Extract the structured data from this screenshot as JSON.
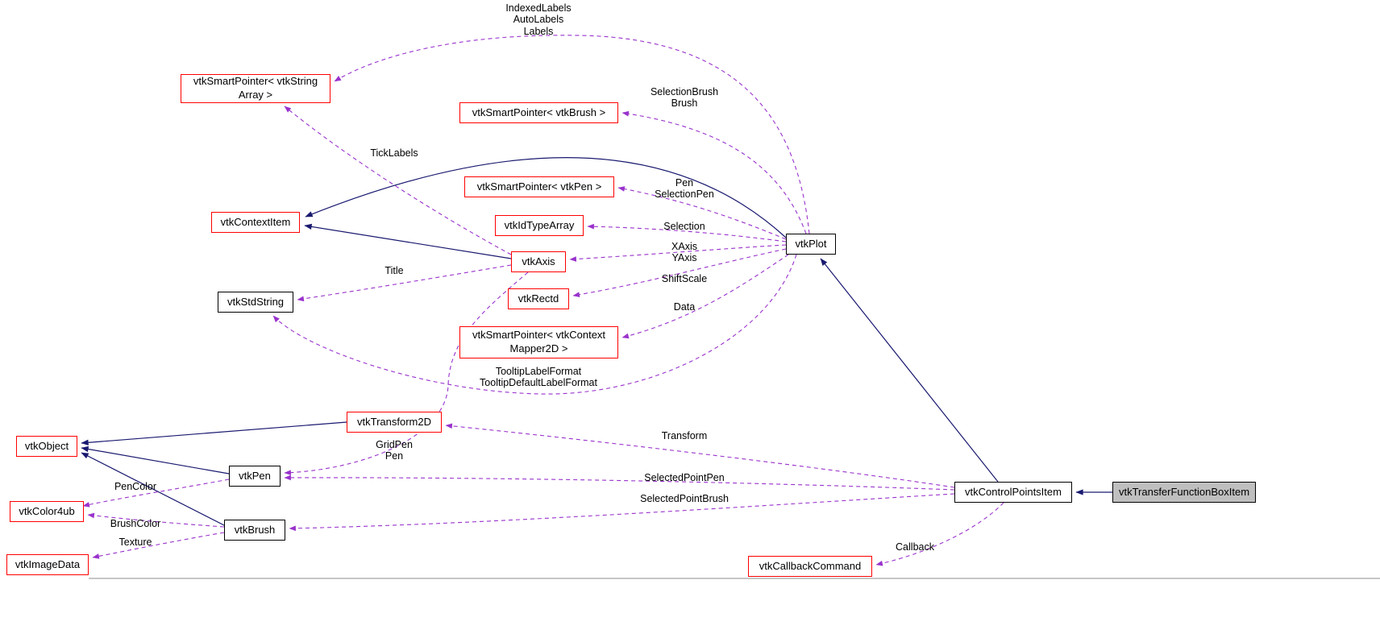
{
  "diagram": {
    "name": "vtkTransferFunctionBoxItem collaboration diagram",
    "colors": {
      "inheritance_edge": "#191970",
      "usage_edge": "#9932cc",
      "node_border_external": "#ff0000",
      "node_border_internal": "#000000",
      "node_fill": "#ffffff",
      "current_node_fill": "#bfbfbf",
      "text": "#000000"
    },
    "nodes": [
      {
        "id": "vtkSmartPointer-vtkStringArray",
        "label": "vtkSmartPointer< vtkString\nArray >"
      },
      {
        "id": "vtkSmartPointer-vtkBrush",
        "label": "vtkSmartPointer< vtkBrush >"
      },
      {
        "id": "vtkContextItem",
        "label": "vtkContextItem"
      },
      {
        "id": "vtkSmartPointer-vtkPen",
        "label": "vtkSmartPointer< vtkPen >"
      },
      {
        "id": "vtkIdTypeArray",
        "label": "vtkIdTypeArray"
      },
      {
        "id": "vtkAxis",
        "label": "vtkAxis"
      },
      {
        "id": "vtkRectd",
        "label": "vtkRectd"
      },
      {
        "id": "vtkSmartPointer-vtkContextMapper2D",
        "label": "vtkSmartPointer< vtkContext\nMapper2D >"
      },
      {
        "id": "vtkStdString",
        "label": "vtkStdString"
      },
      {
        "id": "vtkPlot",
        "label": "vtkPlot"
      },
      {
        "id": "vtkTransform2D",
        "label": "vtkTransform2D"
      },
      {
        "id": "vtkObject",
        "label": "vtkObject"
      },
      {
        "id": "vtkPen",
        "label": "vtkPen"
      },
      {
        "id": "vtkColor4ub",
        "label": "vtkColor4ub"
      },
      {
        "id": "vtkBrush",
        "label": "vtkBrush"
      },
      {
        "id": "vtkImageData",
        "label": "vtkImageData"
      },
      {
        "id": "vtkControlPointsItem",
        "label": "vtkControlPointsItem"
      },
      {
        "id": "vtkTransferFunctionBoxItem",
        "label": "vtkTransferFunctionBoxItem"
      },
      {
        "id": "vtkCallbackCommand",
        "label": "vtkCallbackCommand"
      }
    ],
    "edge_labels": [
      {
        "id": "plot-labels",
        "text": "IndexedLabels\nAutoLabels\nLabels"
      },
      {
        "id": "plot-selectionbrush",
        "text": "SelectionBrush\nBrush"
      },
      {
        "id": "axis-ticklabels",
        "text": "TickLabels"
      },
      {
        "id": "plot-pen",
        "text": "Pen\nSelectionPen"
      },
      {
        "id": "plot-selection",
        "text": "Selection"
      },
      {
        "id": "plot-axes",
        "text": "XAxis\nYAxis"
      },
      {
        "id": "plot-shiftscale",
        "text": "ShiftScale"
      },
      {
        "id": "plot-data",
        "text": "Data"
      },
      {
        "id": "axis-title",
        "text": "Title"
      },
      {
        "id": "plot-tooltip",
        "text": "TooltipLabelFormat\nTooltipDefaultLabelFormat"
      },
      {
        "id": "cpi-transform",
        "text": "Transform"
      },
      {
        "id": "axis-gridpen",
        "text": "GridPen\nPen"
      },
      {
        "id": "pen-pencolor",
        "text": "PenColor"
      },
      {
        "id": "cpi-selectedpointpen",
        "text": "SelectedPointPen"
      },
      {
        "id": "cpi-selectedpointbrush",
        "text": "SelectedPointBrush"
      },
      {
        "id": "brush-brushcolor",
        "text": "BrushColor"
      },
      {
        "id": "brush-texture",
        "text": "Texture"
      },
      {
        "id": "cpi-callback",
        "text": "Callback"
      }
    ]
  }
}
